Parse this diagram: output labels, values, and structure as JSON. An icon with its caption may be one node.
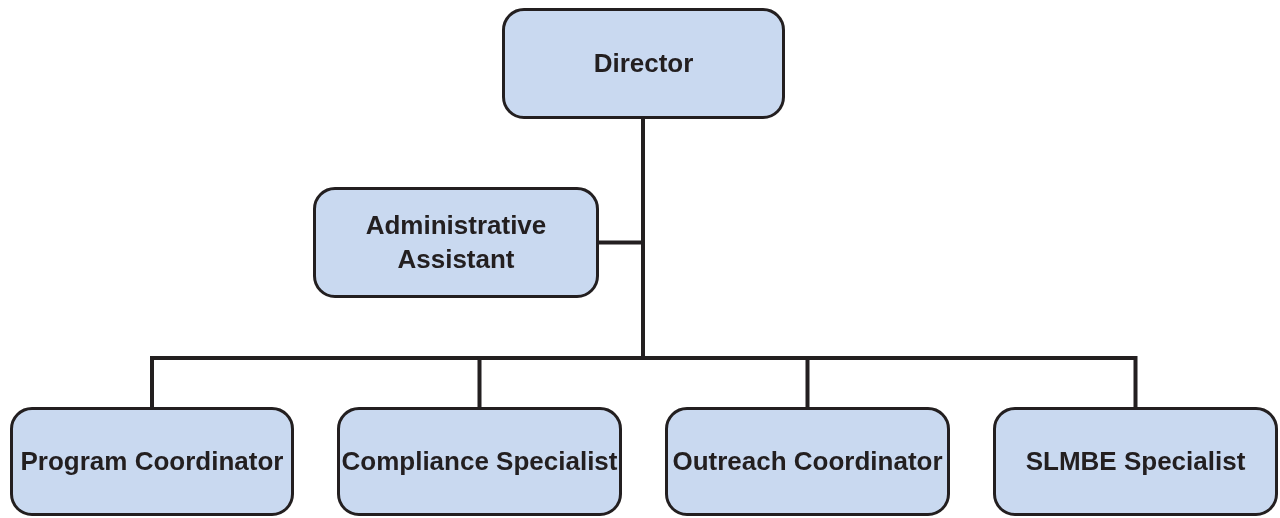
{
  "diagram": {
    "nodes": [
      {
        "text": [
          "Director"
        ]
      },
      {
        "text": [
          "Administrative Assistant"
        ]
      },
      {
        "text": [
          "Program Coordinator"
        ]
      },
      {
        "text": [
          "Compliance Specialist"
        ]
      },
      {
        "text": [
          "Outreach Coordinator"
        ]
      },
      {
        "text": [
          "SLMBE Specialist"
        ]
      }
    ],
    "edges": [
      {
        "from": 0,
        "to": 1,
        "arrow": "none"
      },
      {
        "from": 0,
        "to": 2,
        "arrow": "none"
      },
      {
        "from": 0,
        "to": 3,
        "arrow": "none"
      },
      {
        "from": 0,
        "to": 4,
        "arrow": "none"
      },
      {
        "from": 0,
        "to": 5,
        "arrow": "none"
      }
    ]
  }
}
